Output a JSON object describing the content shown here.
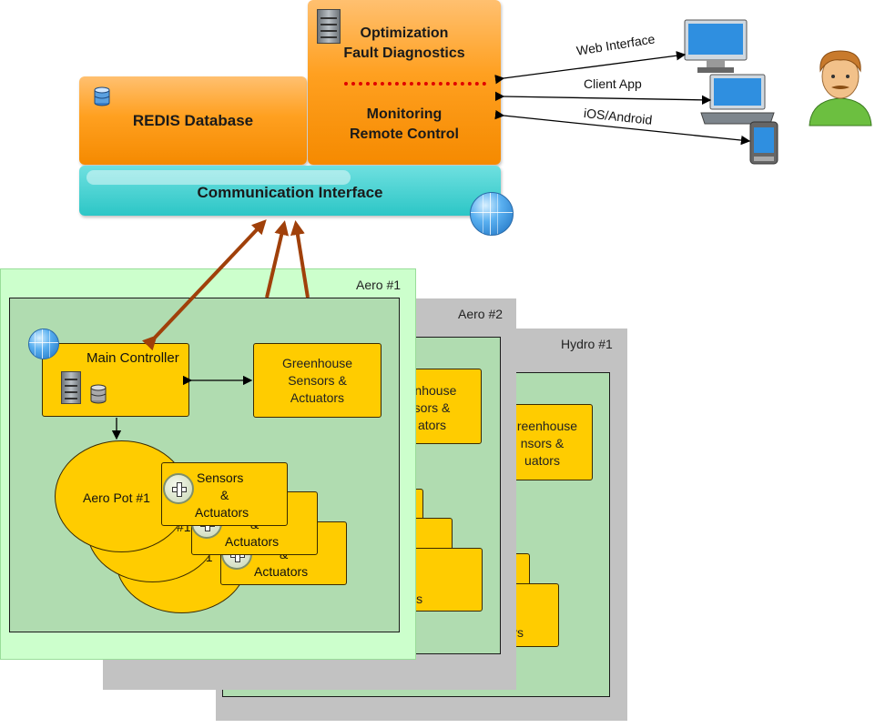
{
  "cloud": {
    "redis_label": "REDIS Database",
    "optimization_label": "Optimization",
    "fault_label": "Fault Diagnostics",
    "monitoring_label": "Monitoring",
    "remote_label": "Remote Control",
    "comm_label": "Communication Interface"
  },
  "clients": {
    "web_label": "Web Interface",
    "app_label": "Client App",
    "mobile_label": "iOS/Android"
  },
  "units": [
    {
      "title": "Aero #1",
      "main_controller": "Main Controller",
      "greenhouse": [
        "Greenhouse",
        "Sensors &",
        "Actuators"
      ],
      "pot_label": "Aero Pot #1",
      "sensor_box": [
        "Sensors",
        "&",
        "Actuators"
      ],
      "back_box_fragments": [
        "&",
        "Actuators",
        "&",
        "Actuators"
      ],
      "pot_fragments": [
        "#1",
        "#1"
      ]
    },
    {
      "title": "Aero #2",
      "greenhouse": [
        "enhouse",
        "sors &",
        "ators"
      ],
      "fragments": [
        "&",
        "ators"
      ]
    },
    {
      "title": "Hydro #1",
      "greenhouse": [
        "Greenhouse",
        "nsors &",
        "uators"
      ],
      "fragments": [
        "rs"
      ]
    }
  ],
  "colors": {
    "orange": "#ffa020",
    "comm": "#33cccc",
    "controller": "#ffcc00",
    "panel_green": "#b0dcb0",
    "arrow_brown": "#a0400a"
  }
}
